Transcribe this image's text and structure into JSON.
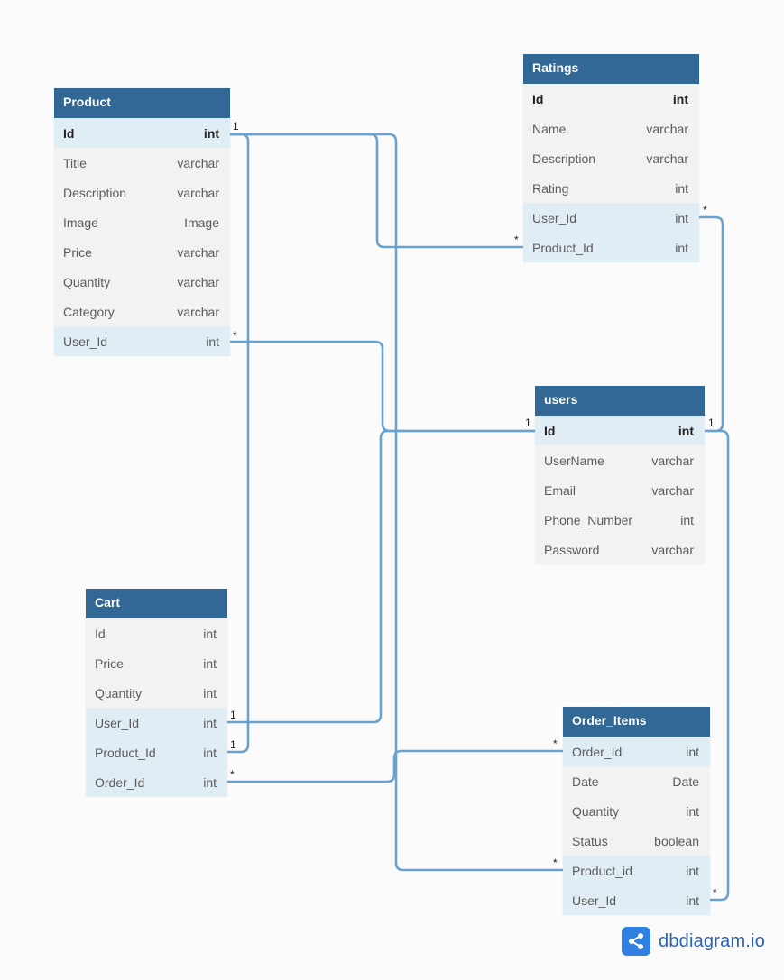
{
  "tables": {
    "product": {
      "name": "Product",
      "fields": [
        {
          "name": "Id",
          "type": "int"
        },
        {
          "name": "Title",
          "type": "varchar"
        },
        {
          "name": "Description",
          "type": "varchar"
        },
        {
          "name": "Image",
          "type": "Image"
        },
        {
          "name": "Price",
          "type": "varchar"
        },
        {
          "name": "Quantity",
          "type": "varchar"
        },
        {
          "name": "Category",
          "type": "varchar"
        },
        {
          "name": "User_Id",
          "type": "int"
        }
      ]
    },
    "ratings": {
      "name": "Ratings",
      "fields": [
        {
          "name": "Id",
          "type": "int"
        },
        {
          "name": "Name",
          "type": "varchar"
        },
        {
          "name": "Description",
          "type": "varchar"
        },
        {
          "name": "Rating",
          "type": "int"
        },
        {
          "name": "User_Id",
          "type": "int"
        },
        {
          "name": "Product_Id",
          "type": "int"
        }
      ]
    },
    "users": {
      "name": "users",
      "fields": [
        {
          "name": "Id",
          "type": "int"
        },
        {
          "name": "UserName",
          "type": "varchar"
        },
        {
          "name": "Email",
          "type": "varchar"
        },
        {
          "name": "Phone_Number",
          "type": "int"
        },
        {
          "name": "Password",
          "type": "varchar"
        }
      ]
    },
    "cart": {
      "name": "Cart",
      "fields": [
        {
          "name": "Id",
          "type": "int"
        },
        {
          "name": "Price",
          "type": "int"
        },
        {
          "name": "Quantity",
          "type": "int"
        },
        {
          "name": "User_Id",
          "type": "int"
        },
        {
          "name": "Product_Id",
          "type": "int"
        },
        {
          "name": "Order_Id",
          "type": "int"
        }
      ]
    },
    "order_items": {
      "name": "Order_Items",
      "fields": [
        {
          "name": "Order_Id",
          "type": "int"
        },
        {
          "name": "Date",
          "type": "Date"
        },
        {
          "name": "Quantity",
          "type": "int"
        },
        {
          "name": "Status",
          "type": "boolean"
        },
        {
          "name": "Product_id",
          "type": "int"
        },
        {
          "name": "User_Id",
          "type": "int"
        }
      ]
    }
  },
  "cardinality": {
    "one": "1",
    "many": "*"
  },
  "brand": {
    "name": "dbdiagram.io",
    "logo_color": "#2f80e0"
  },
  "colors": {
    "header": "#316896",
    "connector": "#6aa2cf",
    "relation_row": "#e1edf5",
    "row": "#f2f2f2"
  }
}
